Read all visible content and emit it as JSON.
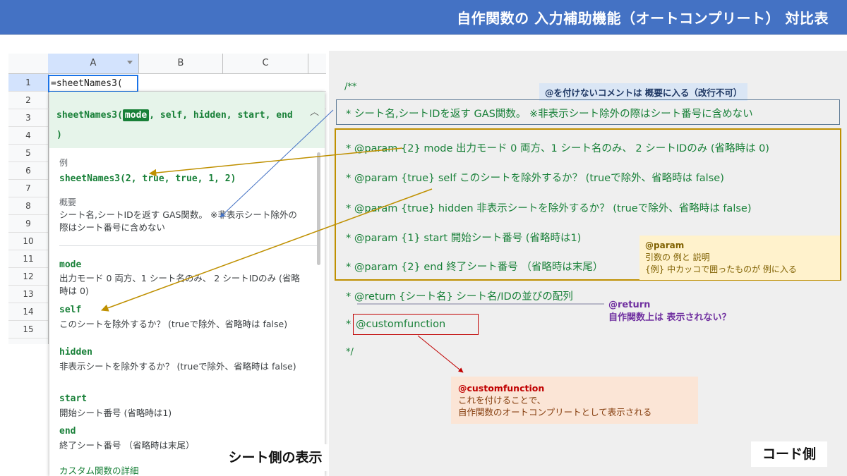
{
  "banner": {
    "title": "自作関数の 入力補助機能（オートコンプリート） 対比表"
  },
  "sheet": {
    "columns": [
      "A",
      "B",
      "C"
    ],
    "rows": [
      "1",
      "2",
      "3",
      "4",
      "5",
      "6",
      "7",
      "8",
      "9",
      "10",
      "11",
      "12",
      "13",
      "14",
      "15"
    ],
    "cell_a1": "=sheetNames3(",
    "caption": "シート側の表示"
  },
  "popup": {
    "signature_prefix": "sheetNames3(",
    "signature_highlight": "mode",
    "signature_rest": ", self, hidden, start, end",
    "signature_close": ")",
    "example_label": "例",
    "example_code": "sheetNames3(2, true, true, 1, 2)",
    "summary_label": "概要",
    "summary_text": "シート名,シートIDを返す GAS関数。 ※非表示シート除外の際はシート番号に含めない",
    "params": [
      {
        "name": "mode",
        "desc": "出力モード 0 両方、1 シート名のみ、 2 シートIDのみ (省略時は 0)"
      },
      {
        "name": "self",
        "desc": "このシートを除外するか？ (trueで除外、省略時は false)"
      },
      {
        "name": "hidden",
        "desc": "非表示シートを除外するか？ (trueで除外、省略時は false)"
      },
      {
        "name": "start",
        "desc": "開始シート番号 (省略時は1)"
      },
      {
        "name": "end",
        "desc": "終了シート番号 （省略時は末尾）"
      }
    ],
    "footer_link": "カスタム関数の詳細"
  },
  "code": {
    "open": "/**",
    "summary": "* シート名,シートIDを返す GAS関数。 ※非表示シート除外の際はシート番号に含めない",
    "params": [
      "* @param {2} mode 出力モード 0 両方、1 シート名のみ、 2 シートIDのみ (省略時は 0)",
      "* @param {true} self このシートを除外するか？ (trueで除外、省略時は false)",
      "* @param {true} hidden 非表示シートを除外するか？ (trueで除外、省略時は false)",
      "* @param {1} start 開始シート番号 (省略時は1)",
      "* @param {2} end 終了シート番号 （省略時は末尾）"
    ],
    "return_line": "* @return {シート名} シート名/IDの並びの配列",
    "customfunction_star": "*",
    "customfunction": "@customfunction",
    "close": "*/",
    "caption": "コード側"
  },
  "annotations": {
    "no_at": "@を付けないコメントは 概要に入る（改行不可）",
    "param_title": "@param",
    "param_line1": "引数の 例と 説明",
    "param_line2": "{例} 中カッコで囲ったものが 例に入る",
    "return_title": "@return",
    "return_text": "自作関数上は 表示されない？",
    "cf_title": "@customfunction",
    "cf_line1": "これを付けることで、",
    "cf_line2": "自作関数のオートコンプリートとして表示される"
  },
  "colors": {
    "banner": "#4472c4",
    "code_green": "#188038",
    "gold": "#bf9000",
    "steel_blue": "#5b7894",
    "red": "#c00000"
  }
}
